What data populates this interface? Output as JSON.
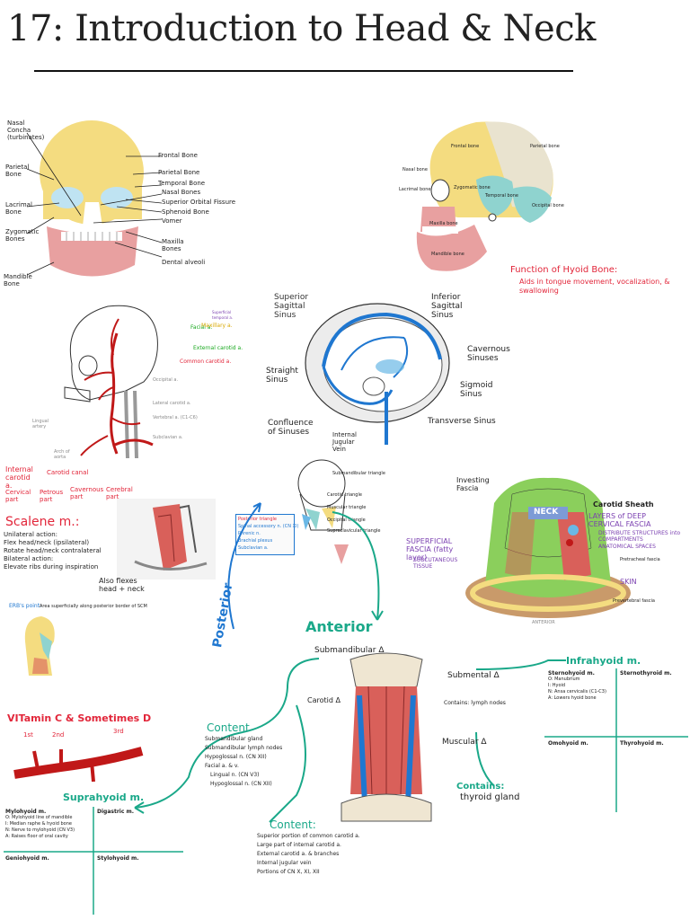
{
  "title": "17: Introduction to Head & Neck",
  "skull_front": {
    "labels_left": [
      "Nasal Concha (turbinates)",
      "Parietal Bone",
      "Lacrimal Bone",
      "Zygomatic Bones",
      "Mandible Bone"
    ],
    "labels_right": [
      "Frontal Bone",
      "Parietal Bone",
      "Temporal Bone",
      "Nasal Bones",
      "Superior Orbital Fissure",
      "Sphenoid Bone",
      "Vomer",
      "Maxilla Bones",
      "Dental alveoli"
    ]
  },
  "skull_side": {
    "labels": [
      "Frontal bone",
      "Parietal bone",
      "Nasal bone",
      "Lacrimal bone",
      "Zygomatic bone",
      "Temporal bone",
      "Occipital bone",
      "Maxilla bone",
      "Mandible bone"
    ]
  },
  "hyoid": {
    "heading": "Function of Hyoid Bone:",
    "text": "Aids in tongue movement, vocalization, & swallowing"
  },
  "arteries": {
    "labels": [
      "Facial a.",
      "Maxillary a.",
      "Superficial temporal a.",
      "External carotid a.",
      "Common carotid a.",
      "Occipital a.",
      "Lateral carotid a.",
      "Vertebral a. (C1-C6)",
      "Subclavian a.",
      "Lingual artery",
      "Arch of aorta"
    ]
  },
  "sinuses": {
    "labels": [
      "Superior Sagittal Sinus",
      "Inferior Sagittal Sinus",
      "Cavernous Sinuses",
      "Straight Sinus",
      "Sigmoid Sinus",
      "Confluence of Sinuses",
      "Transverse Sinus",
      "Internal Jugular Vein"
    ]
  },
  "carotid": {
    "internal": "Internal carotid a.",
    "line1": "Carotid canal",
    "line2": "Cervical part",
    "line3": "Cavernous part",
    "line4": "Cerebral part",
    "line5": "Petrous part"
  },
  "scalene": {
    "heading": "Scalene m.:",
    "lines": [
      "Unilateral action:",
      "Flex head/neck (ipsilateral)",
      "Rotate head/neck contralateral",
      "Bilateral action:",
      "Elevate ribs during inspiration"
    ],
    "also": "Also flexes head + neck"
  },
  "triangles": {
    "posterior": "Posterior",
    "anterior": "Anterior",
    "posterior_box_title": "Posterior triangle",
    "posterior_box_lines": [
      "Spinal accessory n. (CN XI)",
      "Phrenic n.",
      "Brachial plexus",
      "Subclavian a."
    ],
    "labels": [
      "Submandibular triangle",
      "Carotid triangle",
      "Muscular triangle",
      "Occipital triangle",
      "Supraclavicular triangle"
    ]
  },
  "fascia": {
    "investing": "Investing Fascia",
    "neck": "NECK",
    "carotid_sheath": "Carotid Sheath",
    "layers": "LAYERS of DEEP CERVICAL FASCIA",
    "bullets": [
      "DISTRIBUTE STRUCTURES into COMPARTMENTS",
      "ANATOMICAL SPACES"
    ],
    "superficial": "SUPERFICIAL FASCIA (fatty layer)",
    "subcutaneous": "SUBCUTANEOUS TISSUE",
    "skin": "SKIN",
    "pretracheal": "Pretracheal fascia",
    "prevertebral": "Prevertebral fascia",
    "anterior_label": "ANTERIOR"
  },
  "erbs": {
    "heading": "ERB's point:",
    "text": "Area superficially along posterior border of SCM"
  },
  "vitamin": {
    "text": "VITamin C & Sometimes D",
    "ordinals": [
      "1st",
      "2nd",
      "3rd"
    ]
  },
  "submandibular": {
    "title": "Submandibular Δ",
    "content_title": "Content",
    "content": [
      "Submandibular gland",
      "Submandibular lymph nodes",
      "Hypoglossal n. (CN XII)",
      "Facial a. & v.",
      "Lingual n. (CN V3)",
      "Hypoglossal n. (CN XII)"
    ]
  },
  "carotid_tri": {
    "title": "Carotid Δ",
    "content_title": "Content:",
    "content": [
      "Superior portion of common carotid a.",
      "Large part of internal carotid a.",
      "External carotid a. & branches",
      "Internal jugular vein",
      "Portions of CN X, XI, XII"
    ]
  },
  "submental": {
    "title": "Submental Δ",
    "text": "Contains: lymph nodes"
  },
  "muscular": {
    "title": "Muscular Δ",
    "contains": "Contains:",
    "thyroid": "thyroid gland"
  },
  "suprahyoid": {
    "title": "Suprahyoid m.",
    "cols": [
      "Mylohyoid m.",
      "Digastric m.",
      "Geniohyoid m.",
      "Stylohyoid m."
    ],
    "rows": [
      "O: Mylohyoid line of mandible",
      "I: Median raphe & hyoid bone",
      "N: Nerve to mylohyoid (CN V3)",
      "A: Raises floor of oral cavity"
    ]
  },
  "infrahyoid": {
    "title": "Infrahyoid m.",
    "cols": [
      "Sternohyoid m.",
      "Sternothyroid m.",
      "Omohyoid m.",
      "Thyrohyoid m."
    ],
    "rows": [
      "O: Manubrium",
      "I: Hyoid",
      "N: Ansa cervicalis (C1-C3)",
      "A: Lowers hyoid bone"
    ]
  },
  "colors": {
    "bone": "#f4dc80",
    "mandible": "#e8a0a0",
    "blue": "#6ab8e6",
    "artery": "#c01818",
    "teal": "#1aa889",
    "muscle": "#d9605a",
    "fascia_green": "#8bcf5c"
  }
}
